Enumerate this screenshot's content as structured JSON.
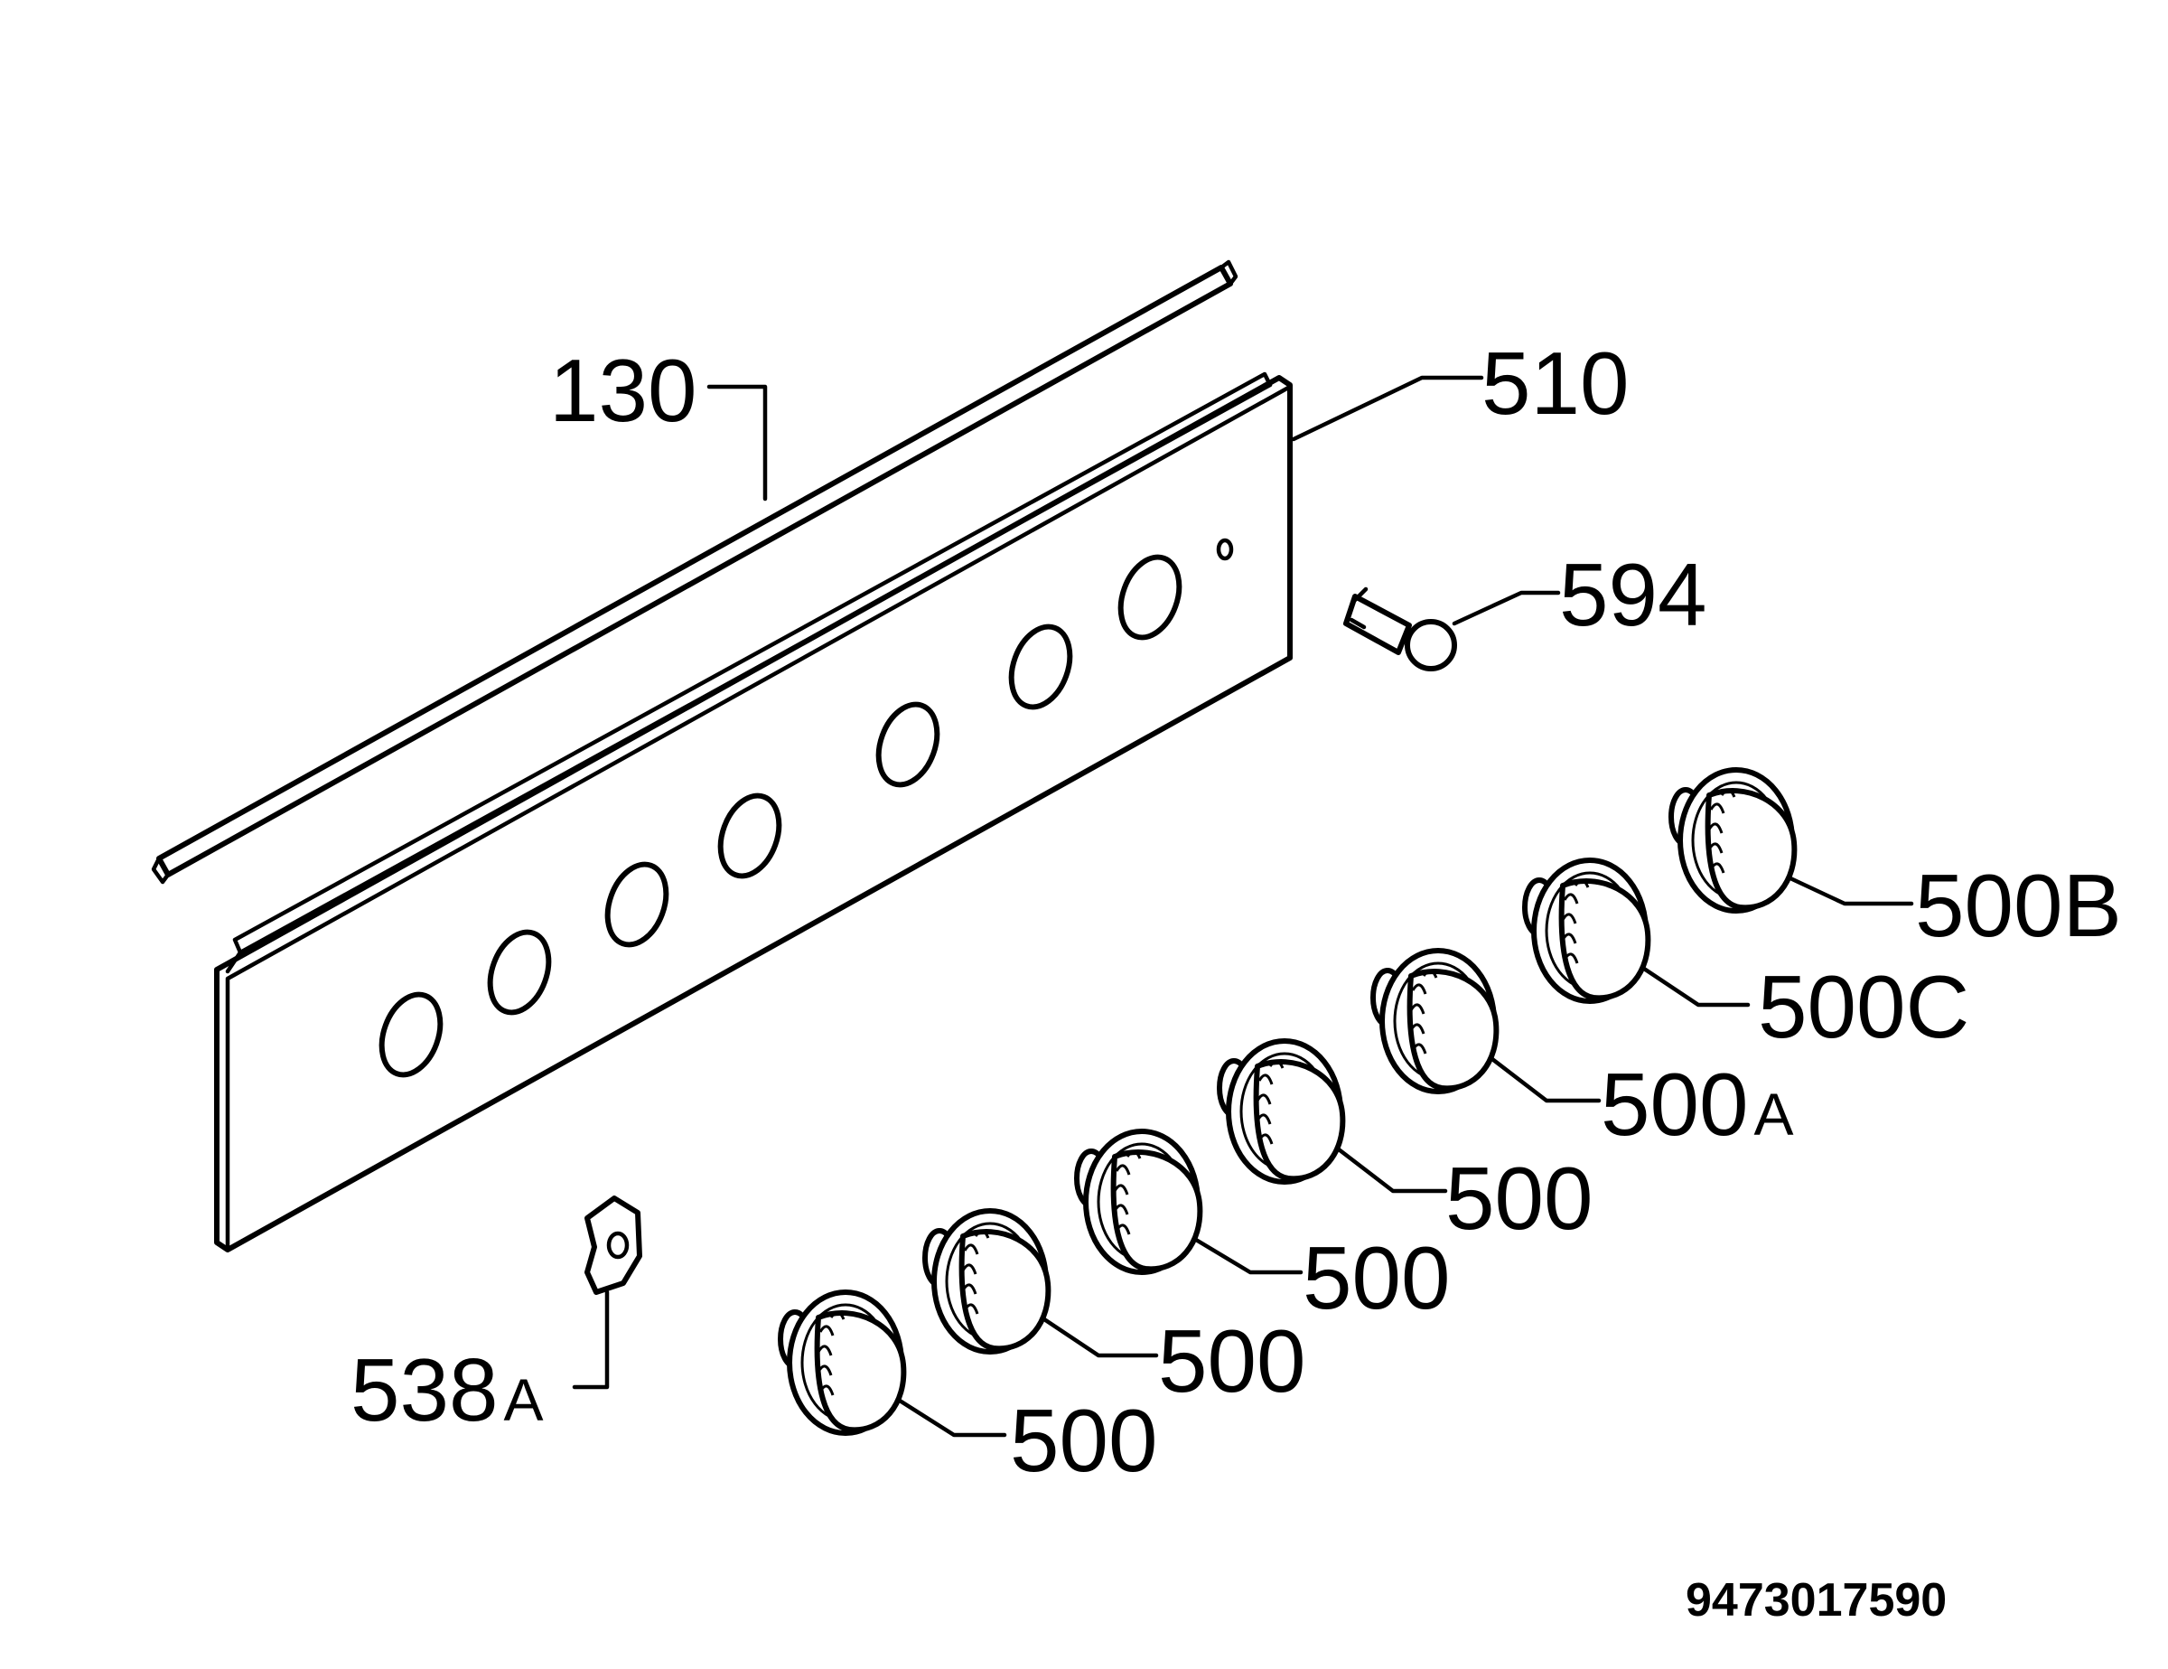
{
  "labels": {
    "strip": "130",
    "panel": "510",
    "indicator": "594",
    "bracket_num": "538",
    "bracket_suffix": "A",
    "knob_b": "500B",
    "knob_c": "500C",
    "knob_a_num": "500",
    "knob_a_suffix": "A",
    "knob_4": "500",
    "knob_3": "500",
    "knob_2": "500",
    "knob_1": "500"
  },
  "drawing_code": "9473017590"
}
